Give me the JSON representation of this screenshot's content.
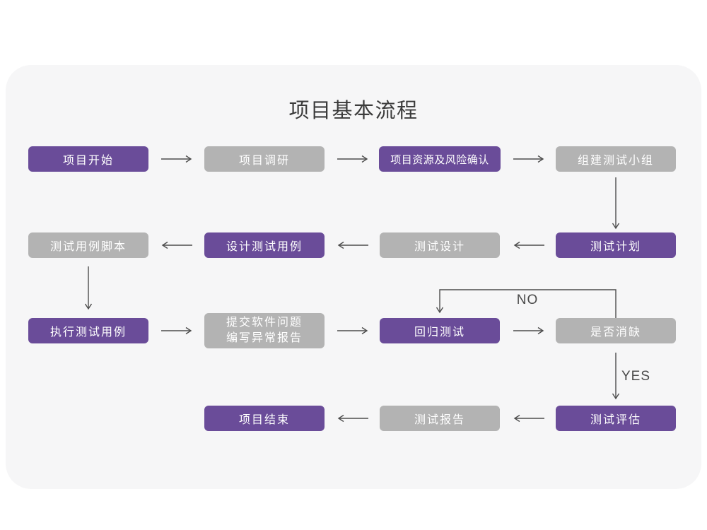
{
  "title": "项目基本流程",
  "nodes": [
    {
      "label": "项目开始",
      "variant": "purple"
    },
    {
      "label": "项目调研",
      "variant": "gray"
    },
    {
      "label": "项目资源及风险确认",
      "variant": "purple"
    },
    {
      "label": "组建测试小组",
      "variant": "gray"
    },
    {
      "label": "测试用例脚本",
      "variant": "gray"
    },
    {
      "label": "设计测试用例",
      "variant": "purple"
    },
    {
      "label": "测试设计",
      "variant": "gray"
    },
    {
      "label": "测试计划",
      "variant": "purple"
    },
    {
      "label": "执行测试用例",
      "variant": "purple"
    },
    {
      "label": "提交软件问题\n编写异常报告",
      "variant": "gray"
    },
    {
      "label": "回归测试",
      "variant": "purple"
    },
    {
      "label": "是否消缺",
      "variant": "gray"
    },
    {
      "label": "项目结束",
      "variant": "purple"
    },
    {
      "label": "测试报告",
      "variant": "gray"
    },
    {
      "label": "测试评估",
      "variant": "purple"
    }
  ],
  "decision_labels": {
    "no": "NO",
    "yes": "YES"
  },
  "edges": [
    {
      "from": "项目开始",
      "to": "项目调研"
    },
    {
      "from": "项目调研",
      "to": "项目资源及风险确认"
    },
    {
      "from": "项目资源及风险确认",
      "to": "组建测试小组"
    },
    {
      "from": "组建测试小组",
      "to": "测试计划"
    },
    {
      "from": "测试计划",
      "to": "测试设计"
    },
    {
      "from": "测试设计",
      "to": "设计测试用例"
    },
    {
      "from": "设计测试用例",
      "to": "测试用例脚本"
    },
    {
      "from": "测试用例脚本",
      "to": "执行测试用例"
    },
    {
      "from": "执行测试用例",
      "to": "提交软件问题 编写异常报告"
    },
    {
      "from": "提交软件问题 编写异常报告",
      "to": "回归测试"
    },
    {
      "from": "回归测试",
      "to": "是否消缺"
    },
    {
      "from": "是否消缺",
      "to": "回归测试",
      "label": "NO"
    },
    {
      "from": "是否消缺",
      "to": "测试评估",
      "label": "YES"
    },
    {
      "from": "测试评估",
      "to": "测试报告"
    },
    {
      "from": "测试报告",
      "to": "项目结束"
    }
  ],
  "colors": {
    "node_purple": "#6A4C99",
    "node_gray": "#B3B3B3",
    "card_background": "#F6F6F7",
    "page_background": "#FFFFFF",
    "arrow": "#4D4D4D",
    "node_text": "#FFFFFF",
    "title_text": "#3B3B3B"
  }
}
